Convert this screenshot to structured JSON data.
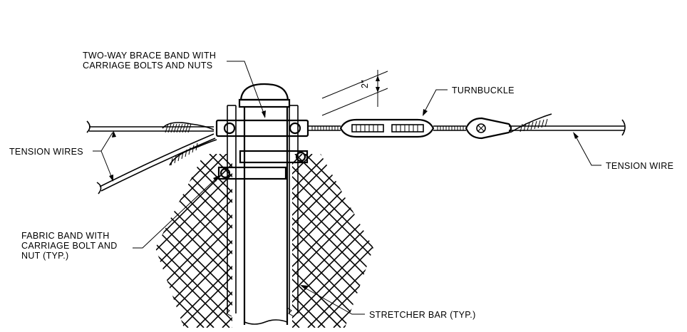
{
  "labels": {
    "brace_band_line1": "TWO-WAY BRACE BAND WITH",
    "brace_band_line2": "CARRIAGE BOLTS AND NUTS",
    "turnbuckle": "TURNBUCKLE",
    "tension_wires": "TENSION WIRES",
    "tension_wire": "TENSION WIRE",
    "fabric_band_line1": "FABRIC BAND WITH",
    "fabric_band_line2": "CARRIAGE BOLT AND",
    "fabric_band_line3": "NUT (TYP.)",
    "stretcher_bar": "STRETCHER BAR (TYP.)",
    "dimension": "2\""
  },
  "colors": {
    "line": "#000000",
    "background": "#ffffff"
  }
}
